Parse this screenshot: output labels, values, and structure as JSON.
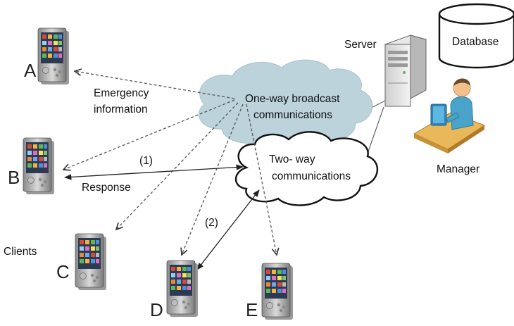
{
  "clients": {
    "a": "A",
    "b": "B",
    "c": "C",
    "d": "D",
    "e": "E",
    "group_label": "Clients"
  },
  "labels": {
    "emergency_line1": "Emergency",
    "emergency_line2": "information",
    "response": "Response",
    "step1": "(1)",
    "step2": "(2)",
    "server": "Server",
    "database": "Database",
    "manager": "Manager"
  },
  "clouds": {
    "broadcast_line1": "One-way broadcast",
    "broadcast_line2": "communications",
    "twoway_line1": "Two- way",
    "twoway_line2": "communications"
  },
  "colors": {
    "broadcast_cloud": "#bcd3dc",
    "twoway_cloud": "#ffffff",
    "dashed_arrow": "#555555",
    "manager_shirt": "#4aa3c8",
    "desk": "#e8b85a"
  }
}
